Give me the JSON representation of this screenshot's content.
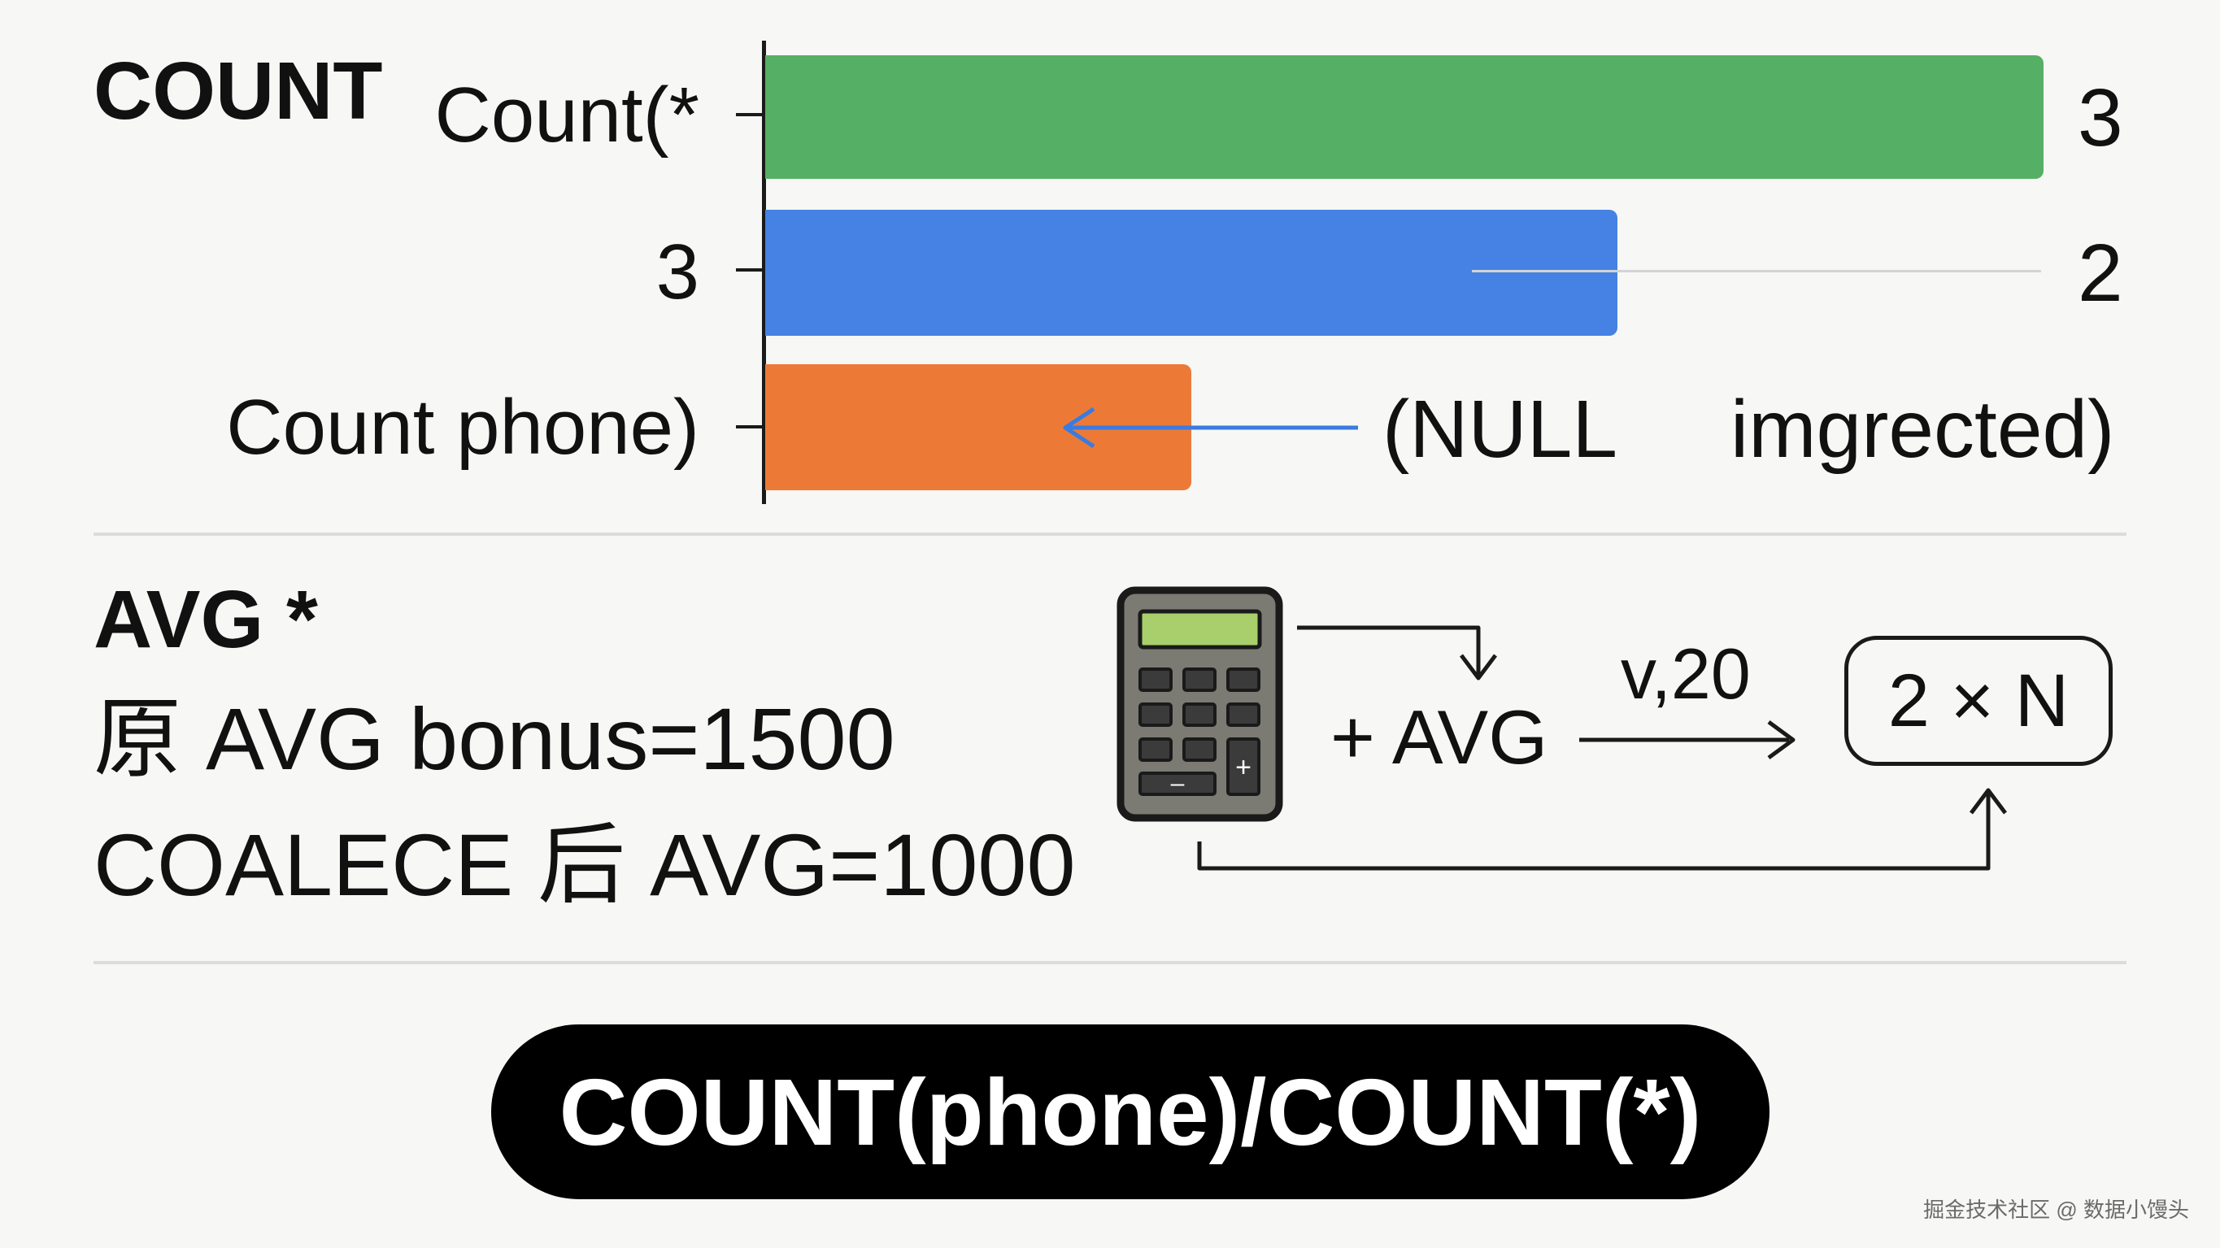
{
  "count_section": {
    "heading": "COUNT",
    "bars": [
      {
        "label": "Count(*",
        "value_label": "3",
        "color": "#55b065"
      },
      {
        "label": "3",
        "value_label": "2",
        "color": "#4582e3"
      },
      {
        "label": "Count phone)",
        "value_label": "",
        "color": "#ec7a36"
      }
    ],
    "annotation": {
      "left": "(NULL",
      "right": "imgrected)",
      "arrow_color": "#3a7be0"
    }
  },
  "chart_data": {
    "type": "bar",
    "orientation": "horizontal",
    "categories": [
      "Count(*",
      "3",
      "Count phone)"
    ],
    "values": [
      3,
      2,
      1
    ],
    "value_labels": [
      "3",
      "2",
      ""
    ]
  },
  "avg_section": {
    "heading": "AVG *",
    "line1": "原 AVG bonus=1500",
    "line2": "COALECE 后 AVG=1000",
    "flow": {
      "calculator_icon": "calculator-icon",
      "avg_label": "+ AVG",
      "arrow_label": "v,20",
      "result_box": "2 × N"
    }
  },
  "formula_pill": "COUNT(phone)/COUNT(*)",
  "watermark": "掘金技术社区 @ 数据小馒头"
}
